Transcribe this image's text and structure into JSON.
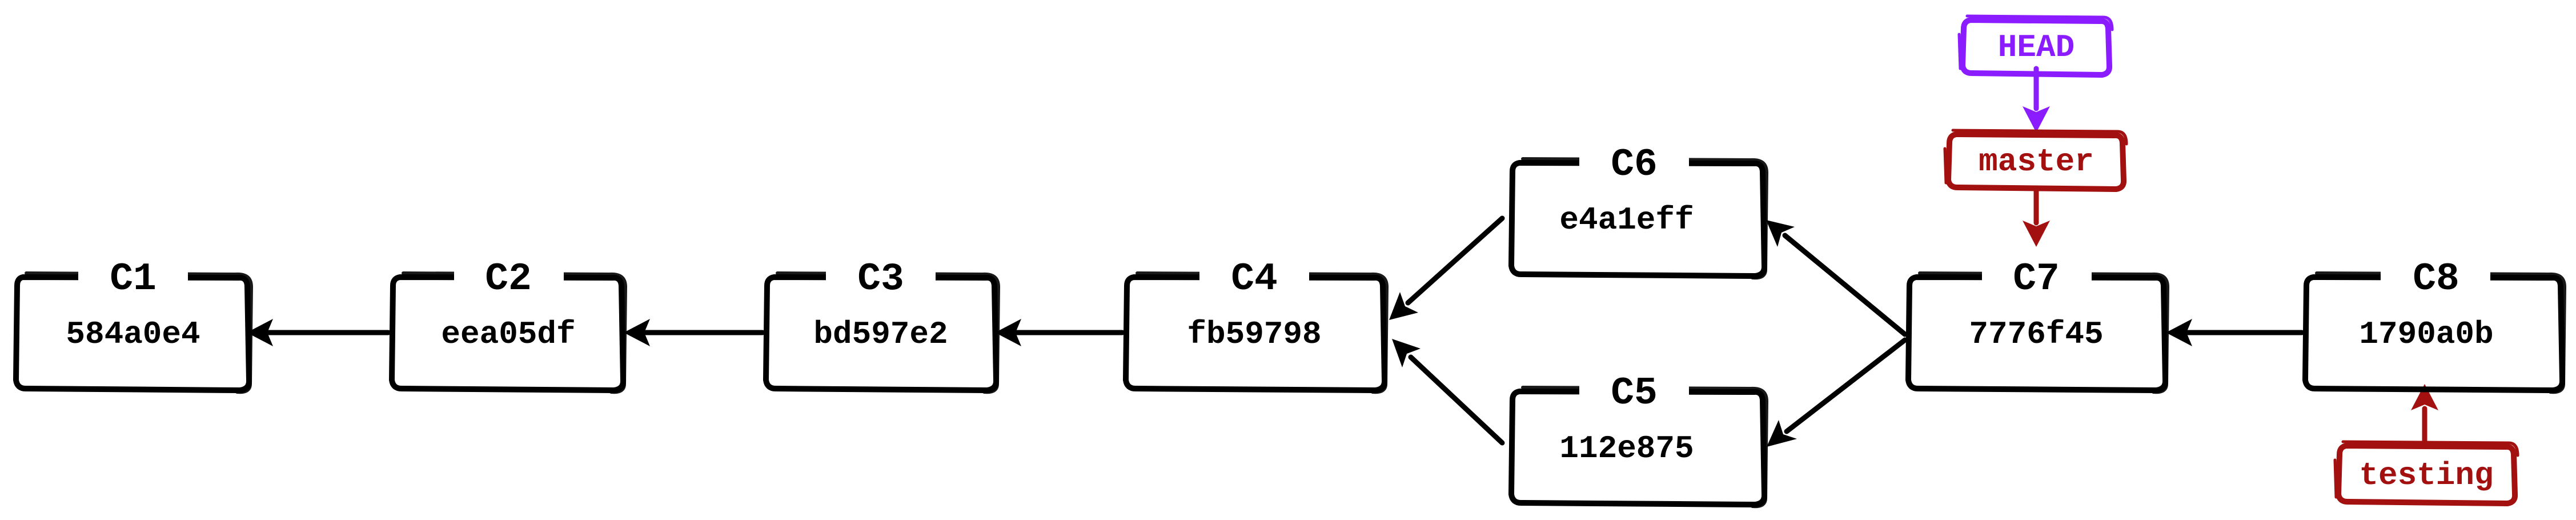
{
  "colors": {
    "commit": "#000000",
    "branch": "#a31010",
    "head": "#8a1cff"
  },
  "commits": {
    "c1": {
      "id": "C1",
      "hash": "584a0e4"
    },
    "c2": {
      "id": "C2",
      "hash": "eea05df"
    },
    "c3": {
      "id": "C3",
      "hash": "bd597e2"
    },
    "c4": {
      "id": "C4",
      "hash": "fb59798"
    },
    "c5": {
      "id": "C5",
      "hash": "112e875"
    },
    "c6": {
      "id": "C6",
      "hash": "e4a1eff"
    },
    "c7": {
      "id": "C7",
      "hash": "7776f45"
    },
    "c8": {
      "id": "C8",
      "hash": "1790a0b"
    }
  },
  "refs": {
    "head": {
      "label": "HEAD",
      "points_to": "master"
    },
    "master": {
      "label": "master",
      "points_to": "C7"
    },
    "testing": {
      "label": "testing",
      "points_to": "C8"
    }
  }
}
